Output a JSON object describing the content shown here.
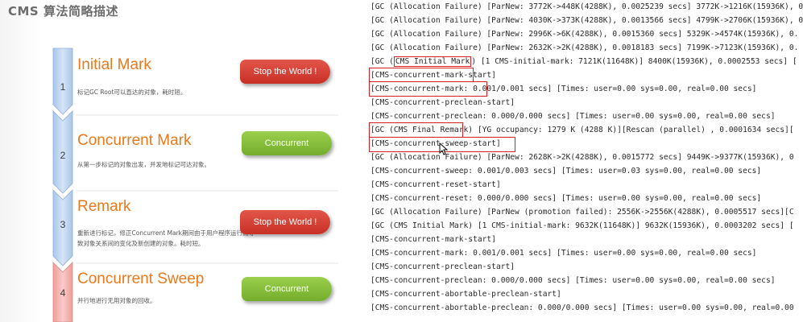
{
  "slide": {
    "title": "CMS 算法简略描述",
    "steps": [
      {
        "number": "1",
        "name": "Initial Mark",
        "desc": "标记GC Root可以直达的对象，耗时短。",
        "badge": "Stop the World !",
        "badge_kind": "red"
      },
      {
        "number": "2",
        "name": "Concurrent Mark",
        "desc": "从第一步标记的对象出发，并发地标记可达对象。",
        "badge": "Concurrent",
        "badge_kind": "green"
      },
      {
        "number": "3",
        "name": "Remark",
        "desc": "重新进行标记，修正Concurrent Mark期间由于用户程序运行而导致对象关系间的变化及新创建的对象。耗时短。",
        "badge": "Stop the World !",
        "badge_kind": "red"
      },
      {
        "number": "4",
        "name": "Concurrent Sweep",
        "desc": "并行地进行无用对象的回收。",
        "badge": "Concurrent",
        "badge_kind": "green"
      }
    ],
    "colors": {
      "arrow_blue": "#bcd4f0",
      "arrow_red": "#f3b0ac",
      "name_orange": "#e8791c",
      "badge_red": "#d3392f",
      "badge_green": "#86bd3a"
    }
  },
  "log": {
    "lines": [
      {
        "text": "[GC (Allocation Failure) [ParNew: 3772K->448K(4288K), 0.0025239 secs] 3772K->1216K(15936K), 0"
      },
      {
        "text": "[GC (Allocation Failure) [ParNew: 4030K->373K(4288K), 0.0013566 secs] 4799K->2706K(15936K), 0"
      },
      {
        "text": "[GC (Allocation Failure) [ParNew: 2996K->6K(4288K), 0.0015360 secs] 5329K->4574K(15936K), 0."
      },
      {
        "text": "[GC (Allocation Failure) [ParNew: 2632K->2K(4288K), 0.0018183 secs] 7199K->7123K(15936K), 0."
      },
      {
        "pre": "[GC (",
        "boxed": "CMS Initial Mark",
        "post": ") [1 CMS-initial-mark: 7121K(11648K)] 8400K(15936K), 0.0002553 secs] ["
      },
      {
        "text": "[CMS-concurrent-mark-start]"
      },
      {
        "text": "[CMS-concurrent-mark: 0.001/0.001 secs] [Times: user=0.00 sys=0.00, real=0.00 secs]"
      },
      {
        "text": "[CMS-concurrent-preclean-start]"
      },
      {
        "text": "[CMS-concurrent-preclean: 0.000/0.000 secs] [Times: user=0.00 sys=0.00, real=0.00 secs]"
      },
      {
        "text": "[GC (CMS Final Remark) [YG occupancy: 1279 K (4288 K)][Rescan (parallel) , 0.0001634 secs]["
      },
      {
        "text": "[CMS-concurrent-sweep-start]"
      },
      {
        "text": "[GC (Allocation Failure) [ParNew: 2628K->2K(4288K), 0.0015772 secs] 9449K->9377K(15936K), 0"
      },
      {
        "text": "[CMS-concurrent-sweep: 0.001/0.003 secs] [Times: user=0.03 sys=0.00, real=0.00 secs]"
      },
      {
        "text": "[CMS-concurrent-reset-start]"
      },
      {
        "text": "[CMS-concurrent-reset: 0.000/0.000 secs] [Times: user=0.00 sys=0.00, real=0.00 secs]"
      },
      {
        "text": "[GC (Allocation Failure) [ParNew (promotion failed): 2556K->2556K(4288K), 0.0005517 secs][C"
      },
      {
        "text": "[GC (CMS Initial Mark) [1 CMS-initial-mark: 9632K(11648K)] 9632K(15936K), 0.0003202 secs] ["
      },
      {
        "text": "[CMS-concurrent-mark-start]"
      },
      {
        "text": "[CMS-concurrent-mark: 0.001/0.001 secs] [Times: user=0.00 sys=0.00, real=0.00 secs]"
      },
      {
        "text": "[CMS-concurrent-preclean-start]"
      },
      {
        "text": "[CMS-concurrent-preclean: 0.000/0.000 secs] [Times: user=0.00 sys=0.00, real=0.00 secs]"
      },
      {
        "text": "[CMS-concurrent-abortable-preclean-start]"
      },
      {
        "text": "[CMS-concurrent-abortable-preclean: 0.000/0.000 secs] [Times: user=0.00 sys=0.00, real=0.00"
      }
    ],
    "highlight_color": "#d42020"
  }
}
